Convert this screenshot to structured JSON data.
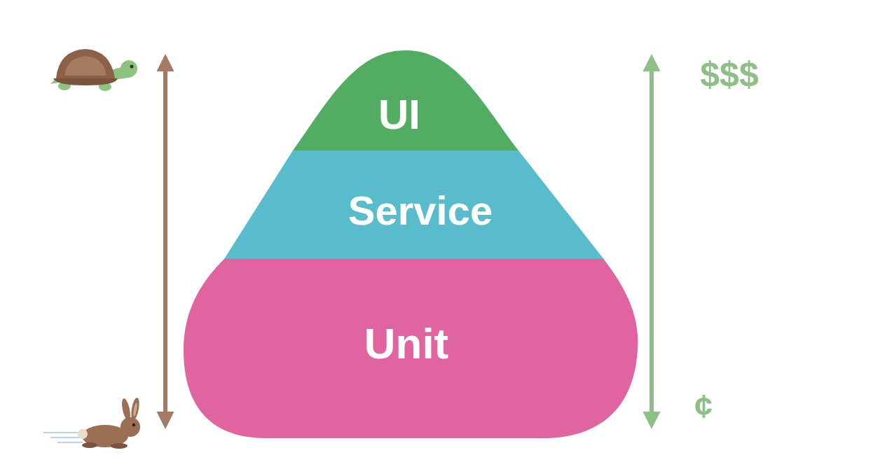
{
  "diagram": {
    "nodes": [
      {
        "text": [
          "UI"
        ]
      },
      {
        "text": [
          "Service"
        ]
      },
      {
        "text": [
          "Unit"
        ]
      }
    ],
    "labels": [
      "$$$",
      "¢"
    ]
  }
}
